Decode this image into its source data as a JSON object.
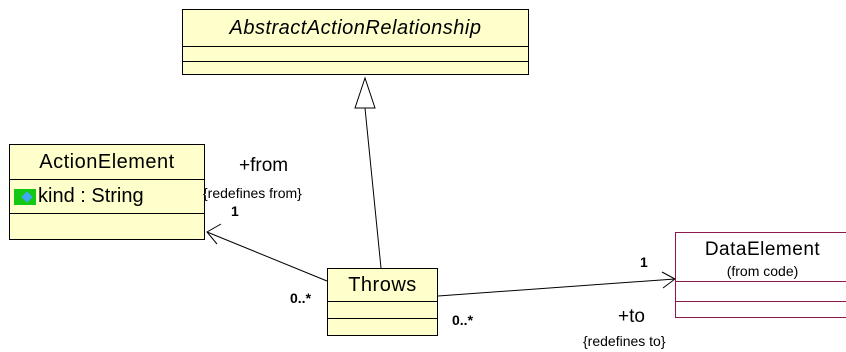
{
  "classes": {
    "abstract_action_relationship": {
      "name": "AbstractActionRelationship"
    },
    "action_element": {
      "name": "ActionElement",
      "attribute": "kind : String"
    },
    "throws": {
      "name": "Throws"
    },
    "data_element": {
      "name": "DataElement",
      "origin": "(from code)"
    }
  },
  "associations": {
    "from": {
      "role": "+from",
      "constraint": "{redefines from}",
      "target_multiplicity": "1",
      "source_multiplicity": "0..*"
    },
    "to": {
      "role": "+to",
      "constraint": "{redefines to}",
      "target_multiplicity": "1",
      "source_multiplicity": "0..*"
    }
  },
  "colors": {
    "class_fill": "#ffffcc",
    "external_class_border": "#8b1a4a",
    "attribute_icon": "#14c814"
  },
  "icons": {
    "attribute": "public-attribute-icon"
  }
}
